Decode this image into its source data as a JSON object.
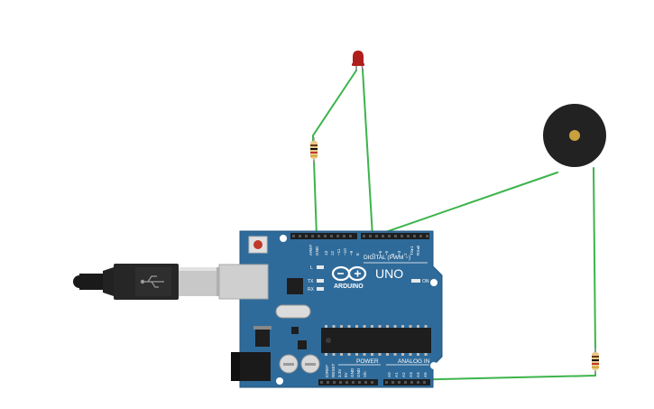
{
  "board": {
    "brand": "ARDUINO",
    "model": "UNO",
    "digital_label": "DIGITAL (PWM ~)",
    "power_label": "POWER",
    "analog_label": "ANALOG IN",
    "on_label": "ON",
    "tx_label": "TX",
    "rx_label": "RX",
    "l_label": "L",
    "top_pins": [
      "AREF",
      "GND",
      "13",
      "12",
      "~11",
      "~10",
      "~9",
      "8",
      "7",
      "~6",
      "~5",
      "4",
      "~3",
      "2",
      "TX▸1",
      "RX◂0"
    ],
    "power_pins": [
      "IOREF",
      "RESET",
      "3.3V",
      "5V",
      "GND",
      "GND",
      "Vin"
    ],
    "analog_pins": [
      "A0",
      "A1",
      "A2",
      "A3",
      "A4",
      "A5"
    ]
  },
  "colors": {
    "board": "#2f6b9a",
    "board_edge": "#24577f",
    "wire": "#3cb44b",
    "led": "#b01e1e",
    "buzzer": "#222222",
    "buzzer_center": "#c8a040",
    "resistor_body": "#e8c98a",
    "usb_metal": "#c8c8c8"
  },
  "components": {
    "led": "red-led",
    "resistors": [
      "resistor-led",
      "resistor-buzzer"
    ],
    "buzzer": "piezo-buzzer",
    "usb": "usb-cable"
  }
}
